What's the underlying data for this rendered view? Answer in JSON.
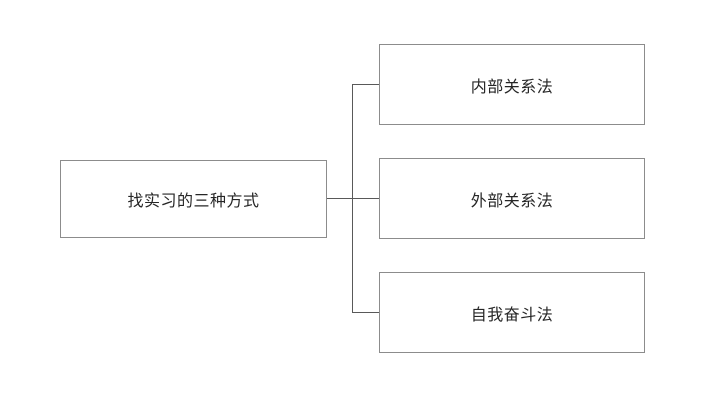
{
  "diagram": {
    "type": "mindmap",
    "root": {
      "label": "找实习的三种方式"
    },
    "children": [
      {
        "label": "内部关系法"
      },
      {
        "label": "外部关系法"
      },
      {
        "label": "自我奋斗法"
      }
    ],
    "colors": {
      "box_border": "#8c8c8c",
      "connector": "#595959",
      "text": "#262626",
      "background": "#ffffff"
    }
  }
}
